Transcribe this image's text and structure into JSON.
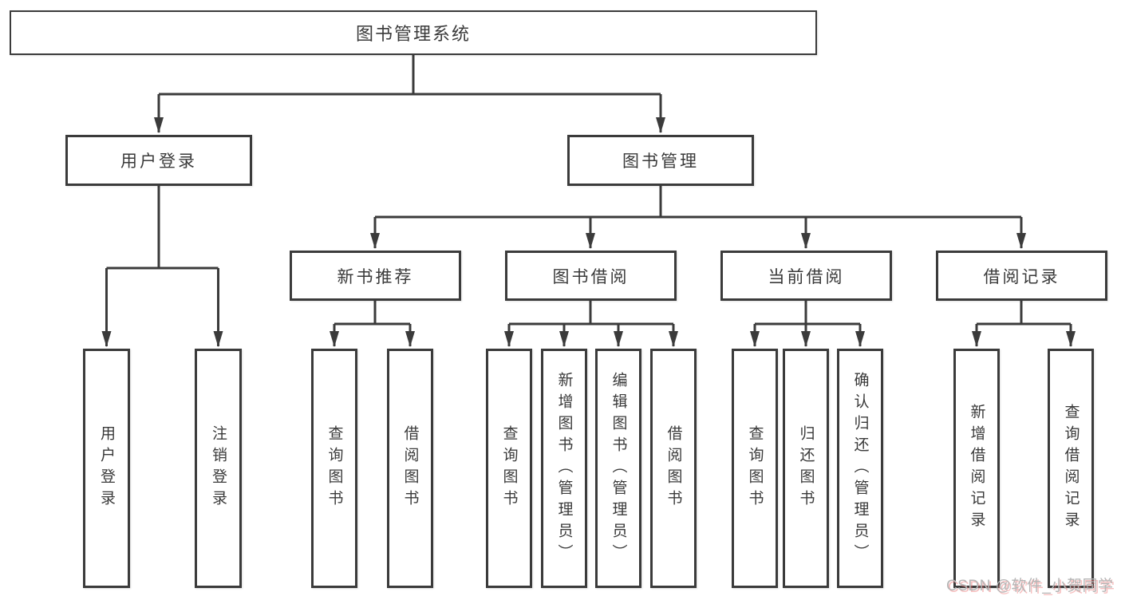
{
  "tree": {
    "label": "图书管理系统",
    "children": [
      {
        "label": "用户登录",
        "children": [
          {
            "label": "用户登录"
          },
          {
            "label": "注销登录"
          }
        ]
      },
      {
        "label": "图书管理",
        "children": [
          {
            "label": "新书推荐",
            "children": [
              {
                "label": "查询图书"
              },
              {
                "label": "借阅图书"
              }
            ]
          },
          {
            "label": "图书借阅",
            "children": [
              {
                "label": "查询图书"
              },
              {
                "label": "新增图书（管理员）"
              },
              {
                "label": "编辑图书（管理员）"
              },
              {
                "label": "借阅图书"
              }
            ]
          },
          {
            "label": "当前借阅",
            "children": [
              {
                "label": "查询图书"
              },
              {
                "label": "归还图书"
              },
              {
                "label": "确认归还（管理员）"
              }
            ]
          },
          {
            "label": "借阅记录",
            "children": [
              {
                "label": "新增借阅记录"
              },
              {
                "label": "查询借阅记录"
              }
            ]
          }
        ]
      }
    ]
  },
  "watermark": "CSDN @软件_小贺同学",
  "colors": {
    "line": "#3b3b3b",
    "text": "#3a3a3a",
    "box_fill": "#ffffff",
    "watermark": "#b5b5b5",
    "background": "#ffffff"
  }
}
